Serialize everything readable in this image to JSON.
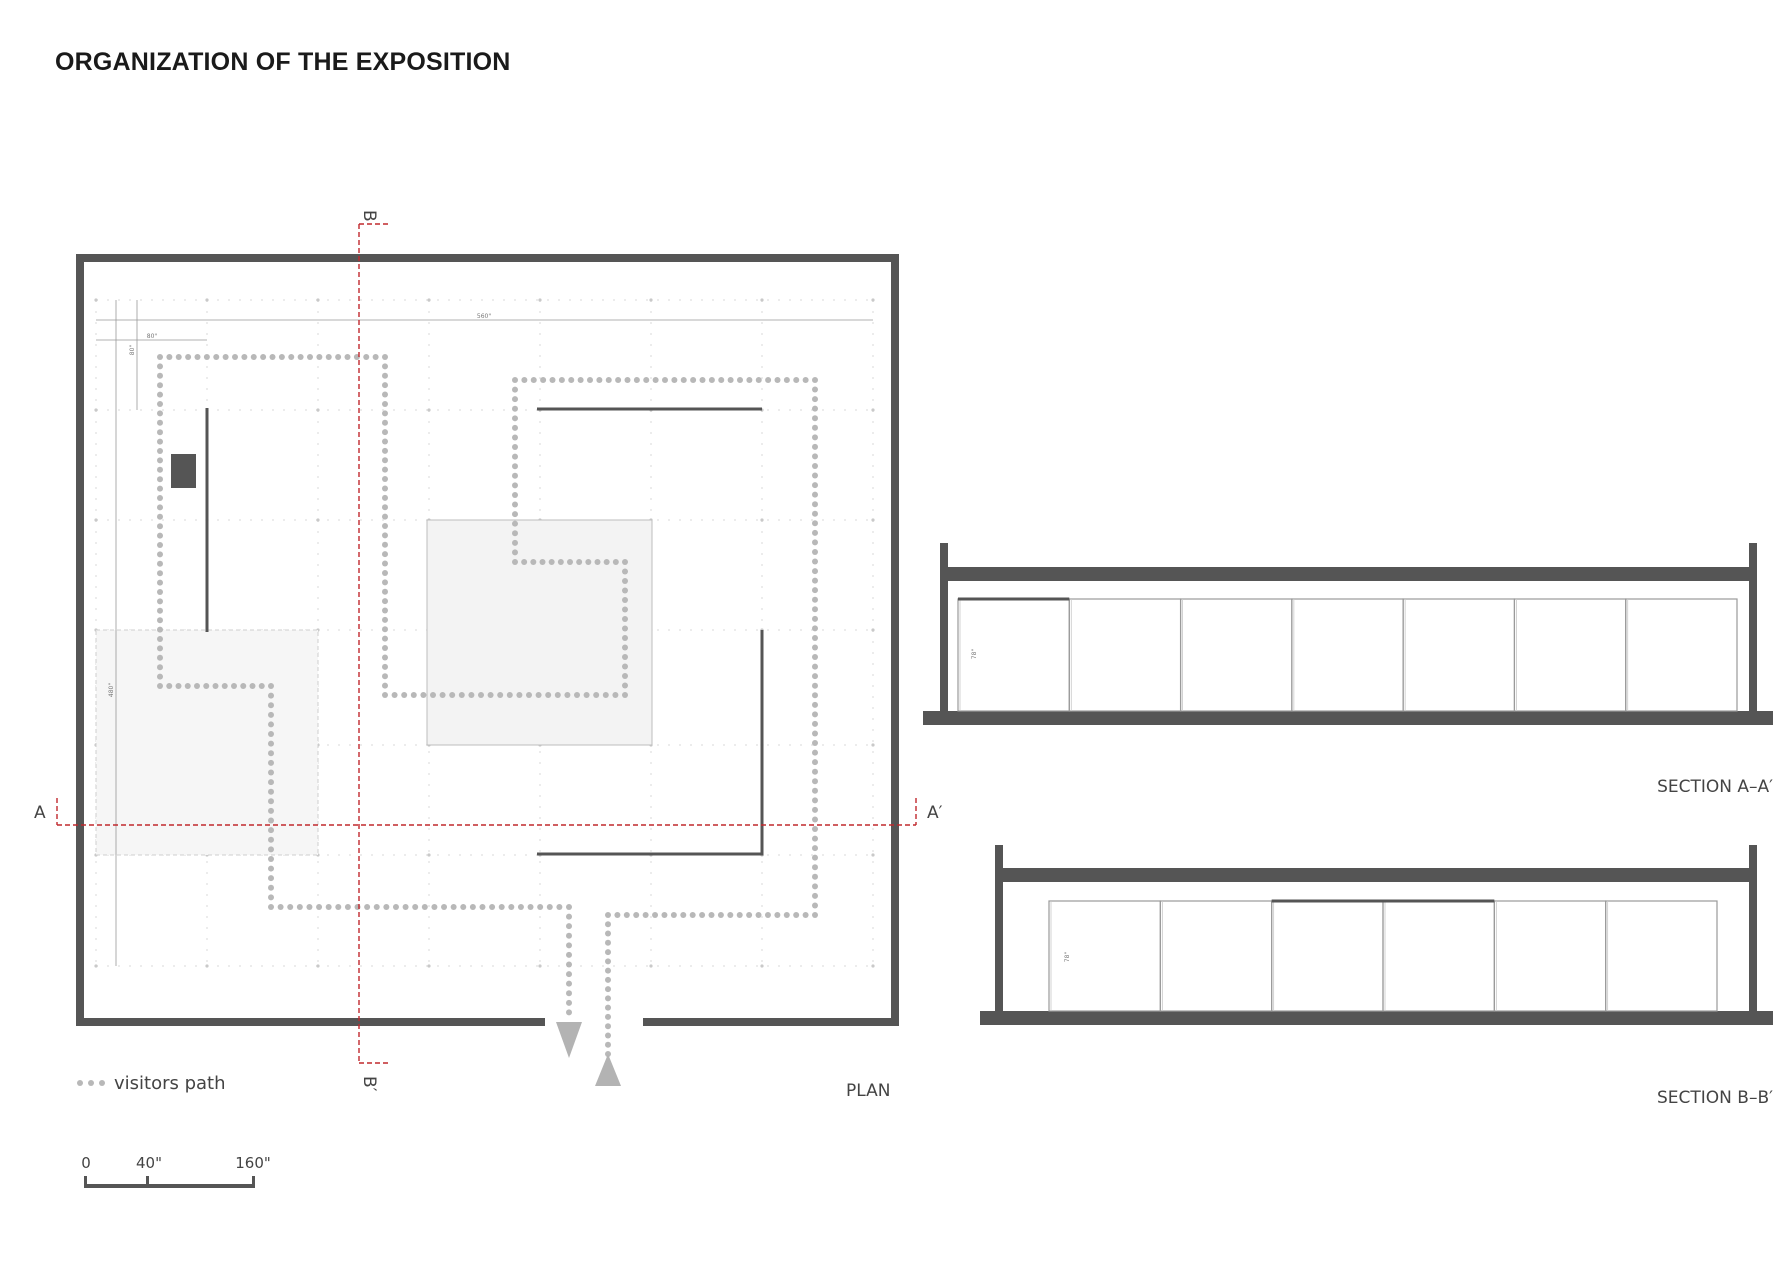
{
  "title": "ORGANIZATION OF THE EXPOSITION",
  "plan": {
    "label": "PLAN",
    "cut_a_start": "A",
    "cut_a_end": "A′",
    "cut_b_start": "B",
    "cut_b_end": "B′",
    "dim_width": "560\"",
    "dim_bay_h": "80\"",
    "dim_bay_v": "80\"",
    "dim_height": "480\""
  },
  "legend": {
    "visitors_path": "visitors path"
  },
  "scale_bar": {
    "ticks": [
      "0",
      "40\"",
      "160\""
    ]
  },
  "section_aa": {
    "label": "SECTION A–A′",
    "dim": "78\""
  },
  "section_bb": {
    "label": "SECTION B–B′",
    "dim": "78\""
  },
  "colors": {
    "wall": "#555555",
    "path": "#b8b8b8",
    "cut_line": "#c0282d",
    "zone_fill": "#f4f4f4",
    "grid": "#d6d6d6"
  }
}
